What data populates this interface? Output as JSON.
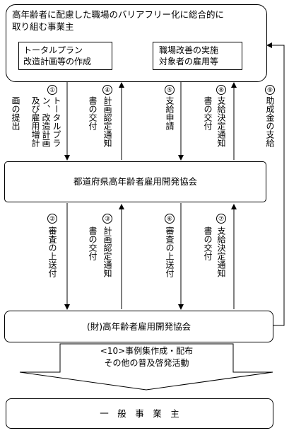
{
  "top_box": {
    "title_line1": "高年齢者に配慮した職場のバリアフリー化に総合的に",
    "title_line2": "取り組む事業主",
    "inner_left_line1": "トータルプラン",
    "inner_left_line2": "改造計画等の作成",
    "inner_right_line1": "職場改善の実施",
    "inner_right_line2": "対象者の雇用等"
  },
  "upper_steps": [
    {
      "num": "①",
      "col1": "トータルプラ",
      "col2": "ン、改造計画",
      "col3": "及び雇用増計",
      "col4": "画の提出"
    },
    {
      "num": "④",
      "col1": "計画認定通知",
      "col2": "書の交付"
    },
    {
      "num": "⑤",
      "col1": "支給申請"
    },
    {
      "num": "⑧",
      "col1": "支給決定通知",
      "col2": "書の交付"
    },
    {
      "num": "⑨",
      "col1": "助成金の支給"
    }
  ],
  "middle_box": {
    "label": "都道府県高年齢者雇用開発協会"
  },
  "lower_steps": [
    {
      "num": "②",
      "col1": "審査の上送付"
    },
    {
      "num": "③",
      "col1": "計画認定通知",
      "col2": "書の交付"
    },
    {
      "num": "⑥",
      "col1": "審査の上送付"
    },
    {
      "num": "⑦",
      "col1": "支給決定通知",
      "col2": "書の交付"
    }
  ],
  "bottom_box": {
    "label": "(財)高年齢者雇用開発協会"
  },
  "big_arrow": {
    "line1": "<10>事例集作成・配布",
    "line2": "その他の普及啓発活動"
  },
  "final_box": {
    "label": "一　般　事　業　主"
  }
}
